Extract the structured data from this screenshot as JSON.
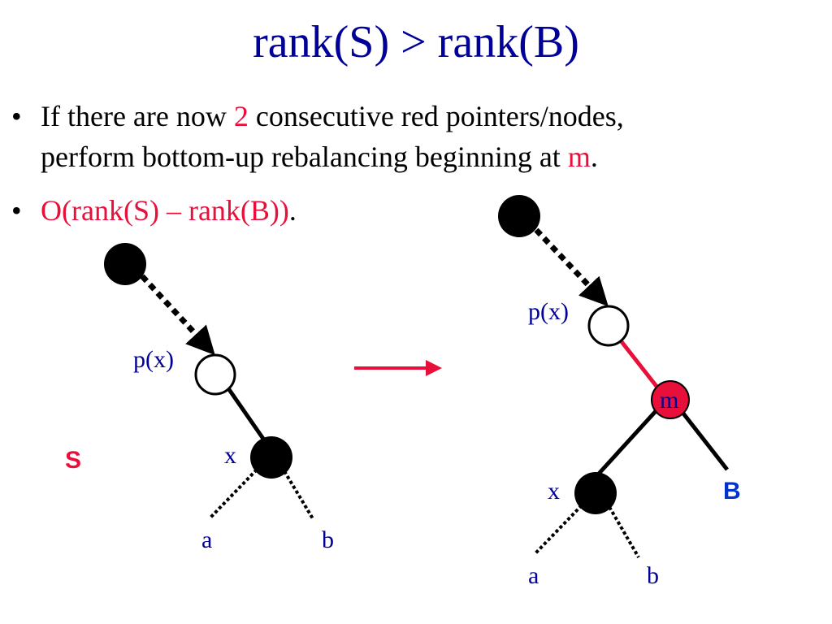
{
  "slide": {
    "title": "rank(S) > rank(B)",
    "bullets": [
      {
        "line1_a": "If there are now ",
        "line1_b": "2",
        "line1_c": " consecutive red pointers/nodes,",
        "line2_a": "perform bottom-up rebalancing beginning at ",
        "line2_b": "m",
        "line2_c": "."
      },
      {
        "text_red": "O(rank(S) – rank(B))",
        "text_end": "."
      }
    ]
  },
  "left_tree": {
    "parent_label": "p(x)",
    "child_label": "x",
    "leaf_left_label": "a",
    "leaf_right_label": "b",
    "subtree_label": "S"
  },
  "right_tree": {
    "parent_label": "p(x)",
    "new_node_label": "m",
    "child_label": "x",
    "leaf_left_label": "a",
    "leaf_right_label": "b",
    "subtree_label": "B"
  },
  "colors": {
    "title": "#000099",
    "accent_red": "#e8103a",
    "node_black": "#000000",
    "node_red": "#e8103a",
    "edge_black": "#000000",
    "edge_red": "#e8103a",
    "label_blue": "#000099"
  }
}
